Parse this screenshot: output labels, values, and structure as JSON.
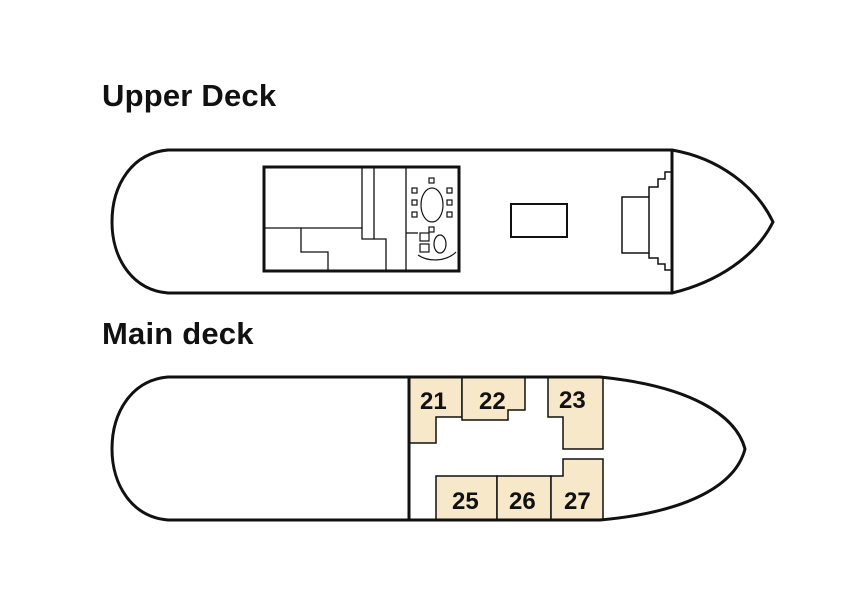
{
  "upper_deck": {
    "title": "Upper Deck"
  },
  "main_deck": {
    "title": "Main deck",
    "cabins": [
      {
        "number": "21"
      },
      {
        "number": "22"
      },
      {
        "number": "23"
      },
      {
        "number": "25"
      },
      {
        "number": "26"
      },
      {
        "number": "27"
      }
    ]
  },
  "colors": {
    "outline": "#111111",
    "cabin_fill": "#f6e8c8",
    "background": "#ffffff"
  }
}
